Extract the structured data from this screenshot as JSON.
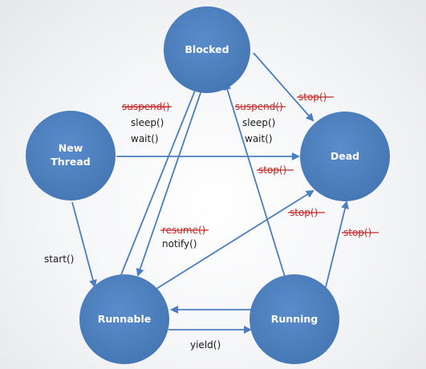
{
  "nodes": {
    "blocked": "Blocked",
    "new_thread_line1": "New",
    "new_thread_line2": "Thread",
    "dead": "Dead",
    "runnable": "Runnable",
    "running": "Running"
  },
  "labels": {
    "suspend_left": "suspend()",
    "sleep_left": "sleep()",
    "wait_left": "wait()",
    "suspend_right": "suspend()",
    "sleep_right": "sleep()",
    "wait_right": "wait()",
    "stop_blocked": "stop()",
    "stop_new": "stop()",
    "stop_runnable": "stop()",
    "stop_running": "stop()",
    "resume": "resume()",
    "notify": "notify()",
    "start": "start()",
    "yield": "yield()"
  },
  "colors": {
    "node_fill": "#4a7ebd",
    "arrow": "#4a7ebd",
    "deprecated_text": "#c42a2a"
  }
}
